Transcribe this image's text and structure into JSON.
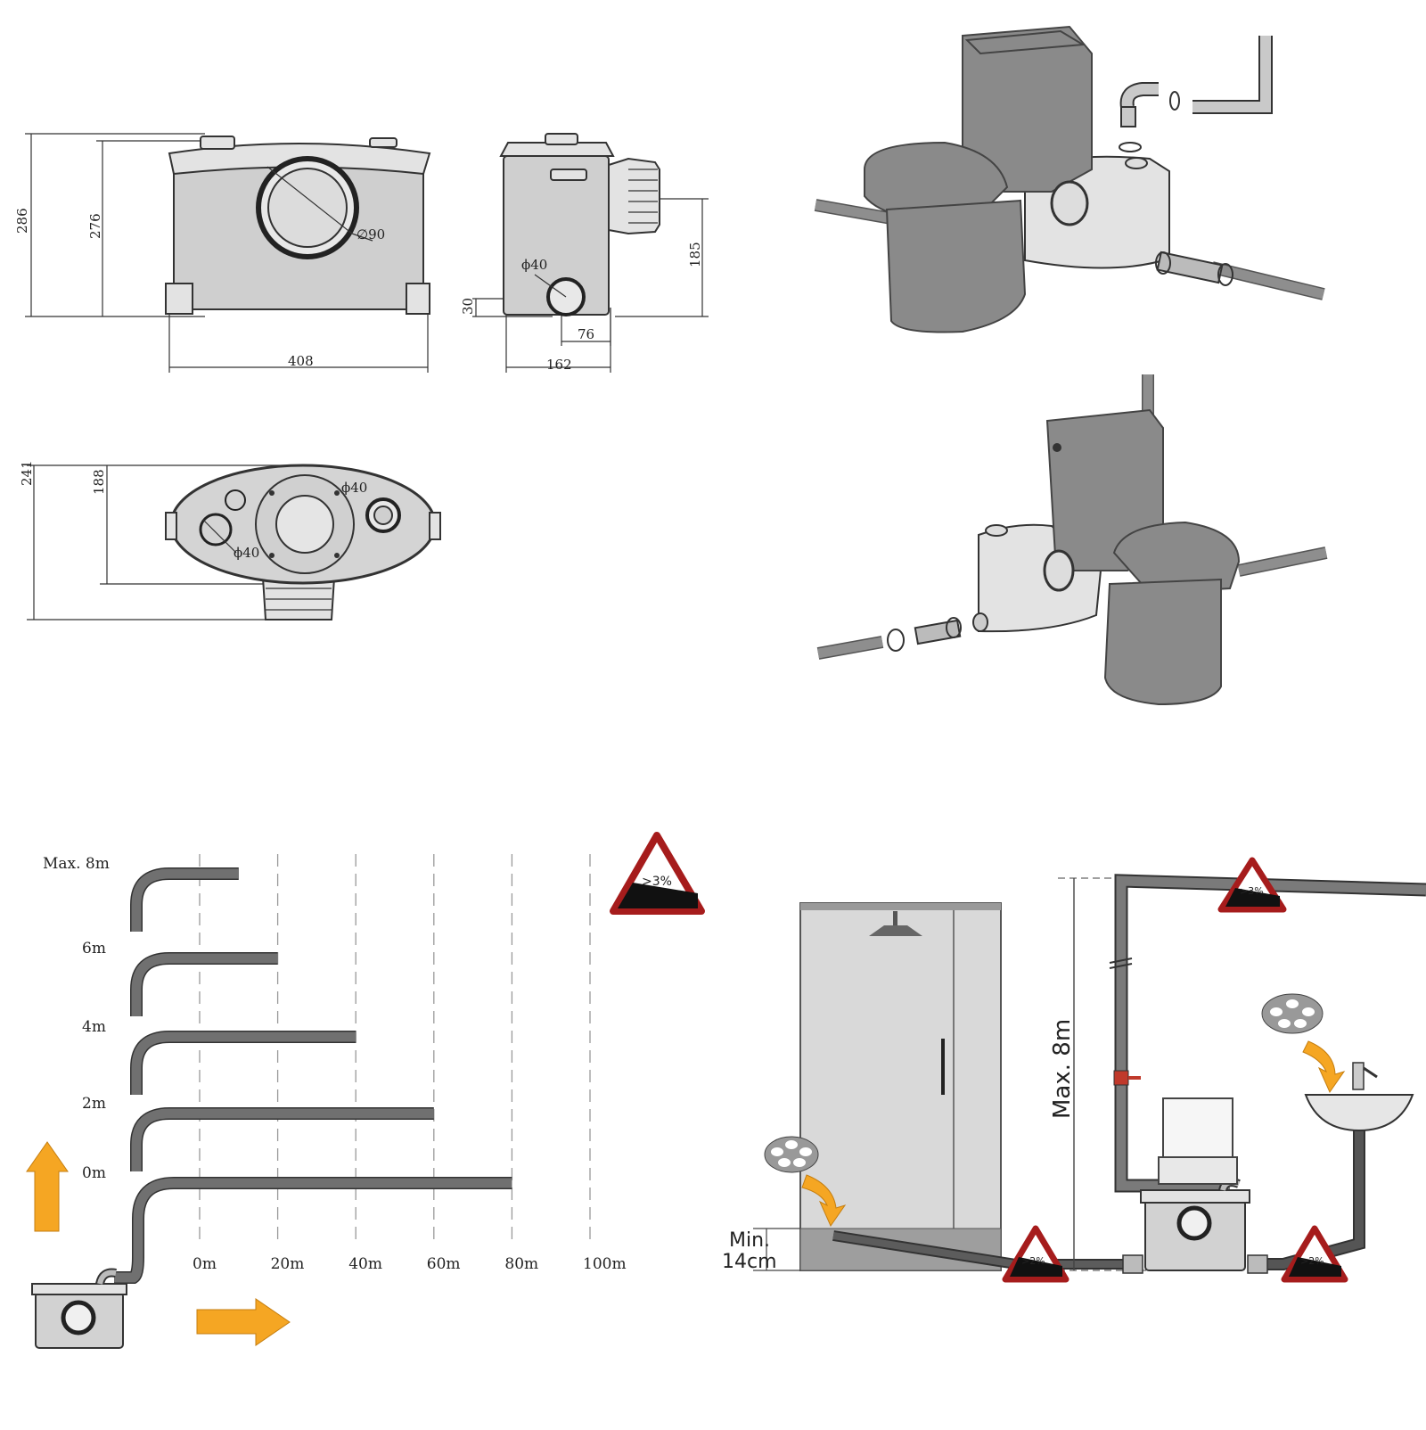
{
  "dimension_drawings": {
    "front_height_outer": "286",
    "front_height_inner": "276",
    "front_width": "408",
    "front_inlet_diameter": "∅90",
    "side_inlet_diameter": "ϕ40",
    "side_outlet_height": "185",
    "side_bottom_offset": "30",
    "side_inlet_offset": "76",
    "side_depth": "162",
    "top_depth_outer": "241",
    "top_depth_inner": "188",
    "top_inlet_right": "ϕ40",
    "top_inlet_left": "ϕ40"
  },
  "pumping_chart": {
    "height_labels": [
      "Max. 8m",
      "6m",
      "4m",
      "2m",
      "0m"
    ],
    "distance_labels": [
      "0m",
      "20m",
      "40m",
      "60m",
      "80m",
      "100m"
    ],
    "slope_sign": ">3%"
  },
  "chart_data": {
    "type": "bar",
    "categories": [
      "Max. 8m",
      "6m",
      "4m",
      "2m",
      "0m"
    ],
    "values": [
      10,
      20,
      40,
      60,
      80
    ],
    "xlabel": "",
    "ylabel": "",
    "xlim": [
      0,
      100
    ],
    "grid": true,
    "x_tick_labels": [
      "0m",
      "20m",
      "40m",
      "60m",
      "80m",
      "100m"
    ]
  },
  "install_diagram": {
    "max_height": "Max. 8m",
    "min_step": "Min.\n14cm",
    "min_step_line1": "Min.",
    "min_step_line2": "14cm",
    "slope_top": ">3%",
    "slope_left": ">2%",
    "slope_right": ">2%"
  },
  "colors": {
    "arrow_orange": "#f5a623",
    "warning_red": "#a61c1c",
    "pipe_gray": "#707070"
  }
}
